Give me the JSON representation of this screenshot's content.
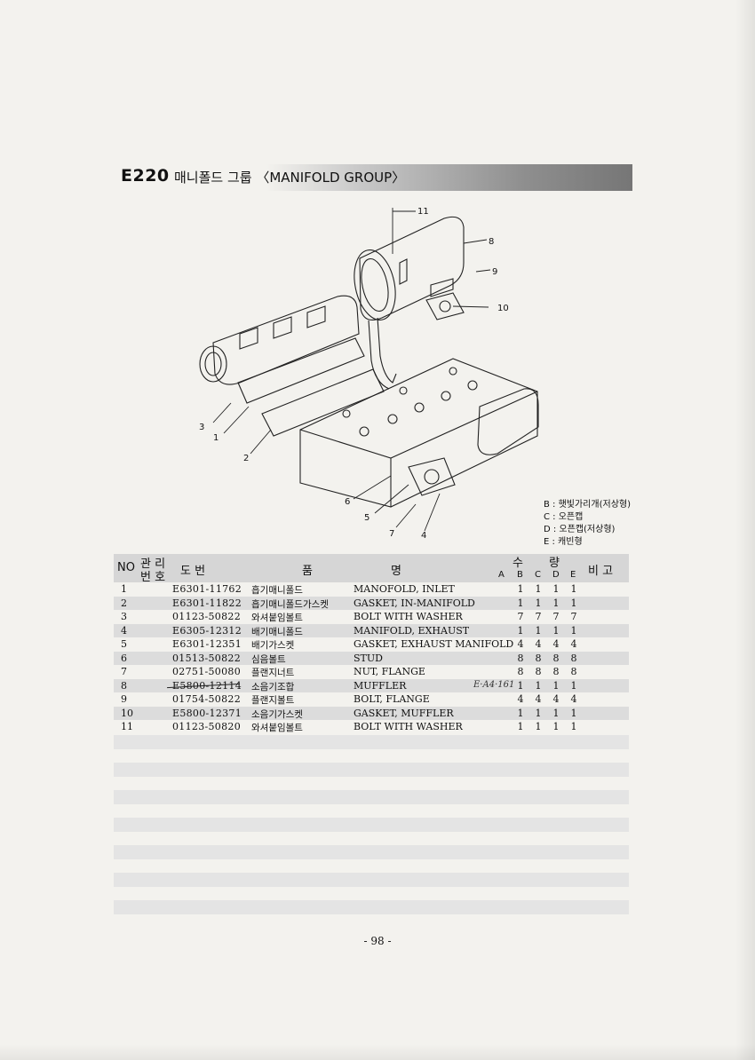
{
  "header": {
    "code": "E220",
    "title": "매니폴드 그룹 〈MANIFOLD GROUP〉"
  },
  "diagram": {
    "callouts": [
      "1",
      "2",
      "3",
      "4",
      "5",
      "6",
      "7",
      "8",
      "9",
      "10",
      "11"
    ]
  },
  "legend": [
    "B : 햇빛가리개(저상형)",
    "C : 오픈캡",
    "D : 오픈캡(저상형)",
    "E : 캐빈형"
  ],
  "table": {
    "headers": {
      "no": "NO",
      "mgmt_top": "관 리",
      "mgmt_bottom": "번 호",
      "drawing": "도   번",
      "name_left": "품",
      "name_right": "명",
      "qty_top_left": "수",
      "qty_top_right": "량",
      "qty_cols": [
        "A",
        "B",
        "C",
        "D",
        "E"
      ],
      "remarks": "비  고"
    },
    "rows": [
      {
        "no": "1",
        "part": "E6301-11762",
        "kr": "흡기매니폴드",
        "en": "MANOFOLD, INLET",
        "b": "1",
        "c": "1",
        "d": "1",
        "e": "1"
      },
      {
        "no": "2",
        "part": "E6301-11822",
        "kr": "흡기매니폴드가스켓",
        "en": "GASKET, IN-MANIFOLD",
        "b": "1",
        "c": "1",
        "d": "1",
        "e": "1"
      },
      {
        "no": "3",
        "part": "01123-50822",
        "kr": "와셔붙임볼트",
        "en": "BOLT WITH WASHER",
        "b": "7",
        "c": "7",
        "d": "7",
        "e": "7"
      },
      {
        "no": "4",
        "part": "E6305-12312",
        "kr": "배기매니폴드",
        "en": "MANIFOLD, EXHAUST",
        "b": "1",
        "c": "1",
        "d": "1",
        "e": "1"
      },
      {
        "no": "5",
        "part": "E6301-12351",
        "kr": "배기가스켓",
        "en": "GASKET, EXHAUST MANIFOLD",
        "b": "4",
        "c": "4",
        "d": "4",
        "e": "4"
      },
      {
        "no": "6",
        "part": "01513-50822",
        "kr": "심음볼트",
        "en": "STUD",
        "b": "8",
        "c": "8",
        "d": "8",
        "e": "8"
      },
      {
        "no": "7",
        "part": "02751-50080",
        "kr": "플랜지너트",
        "en": "NUT, FLANGE",
        "b": "8",
        "c": "8",
        "d": "8",
        "e": "8"
      },
      {
        "no": "8",
        "part": "E5800-12114",
        "kr": "소음기조합",
        "en": "MUFFLER",
        "b": "1",
        "c": "1",
        "d": "1",
        "e": "1",
        "note": "E·A4·161"
      },
      {
        "no": "9",
        "part": "01754-50822",
        "kr": "플랜지볼트",
        "en": "BOLT, FLANGE",
        "b": "4",
        "c": "4",
        "d": "4",
        "e": "4"
      },
      {
        "no": "10",
        "part": "E5800-12371",
        "kr": "소음기가스켓",
        "en": "GASKET, MUFFLER",
        "b": "1",
        "c": "1",
        "d": "1",
        "e": "1"
      },
      {
        "no": "11",
        "part": "01123-50820",
        "kr": "와셔붙임볼트",
        "en": "BOLT WITH WASHER",
        "b": "1",
        "c": "1",
        "d": "1",
        "e": "1"
      }
    ]
  },
  "page_number": "- 98 -"
}
